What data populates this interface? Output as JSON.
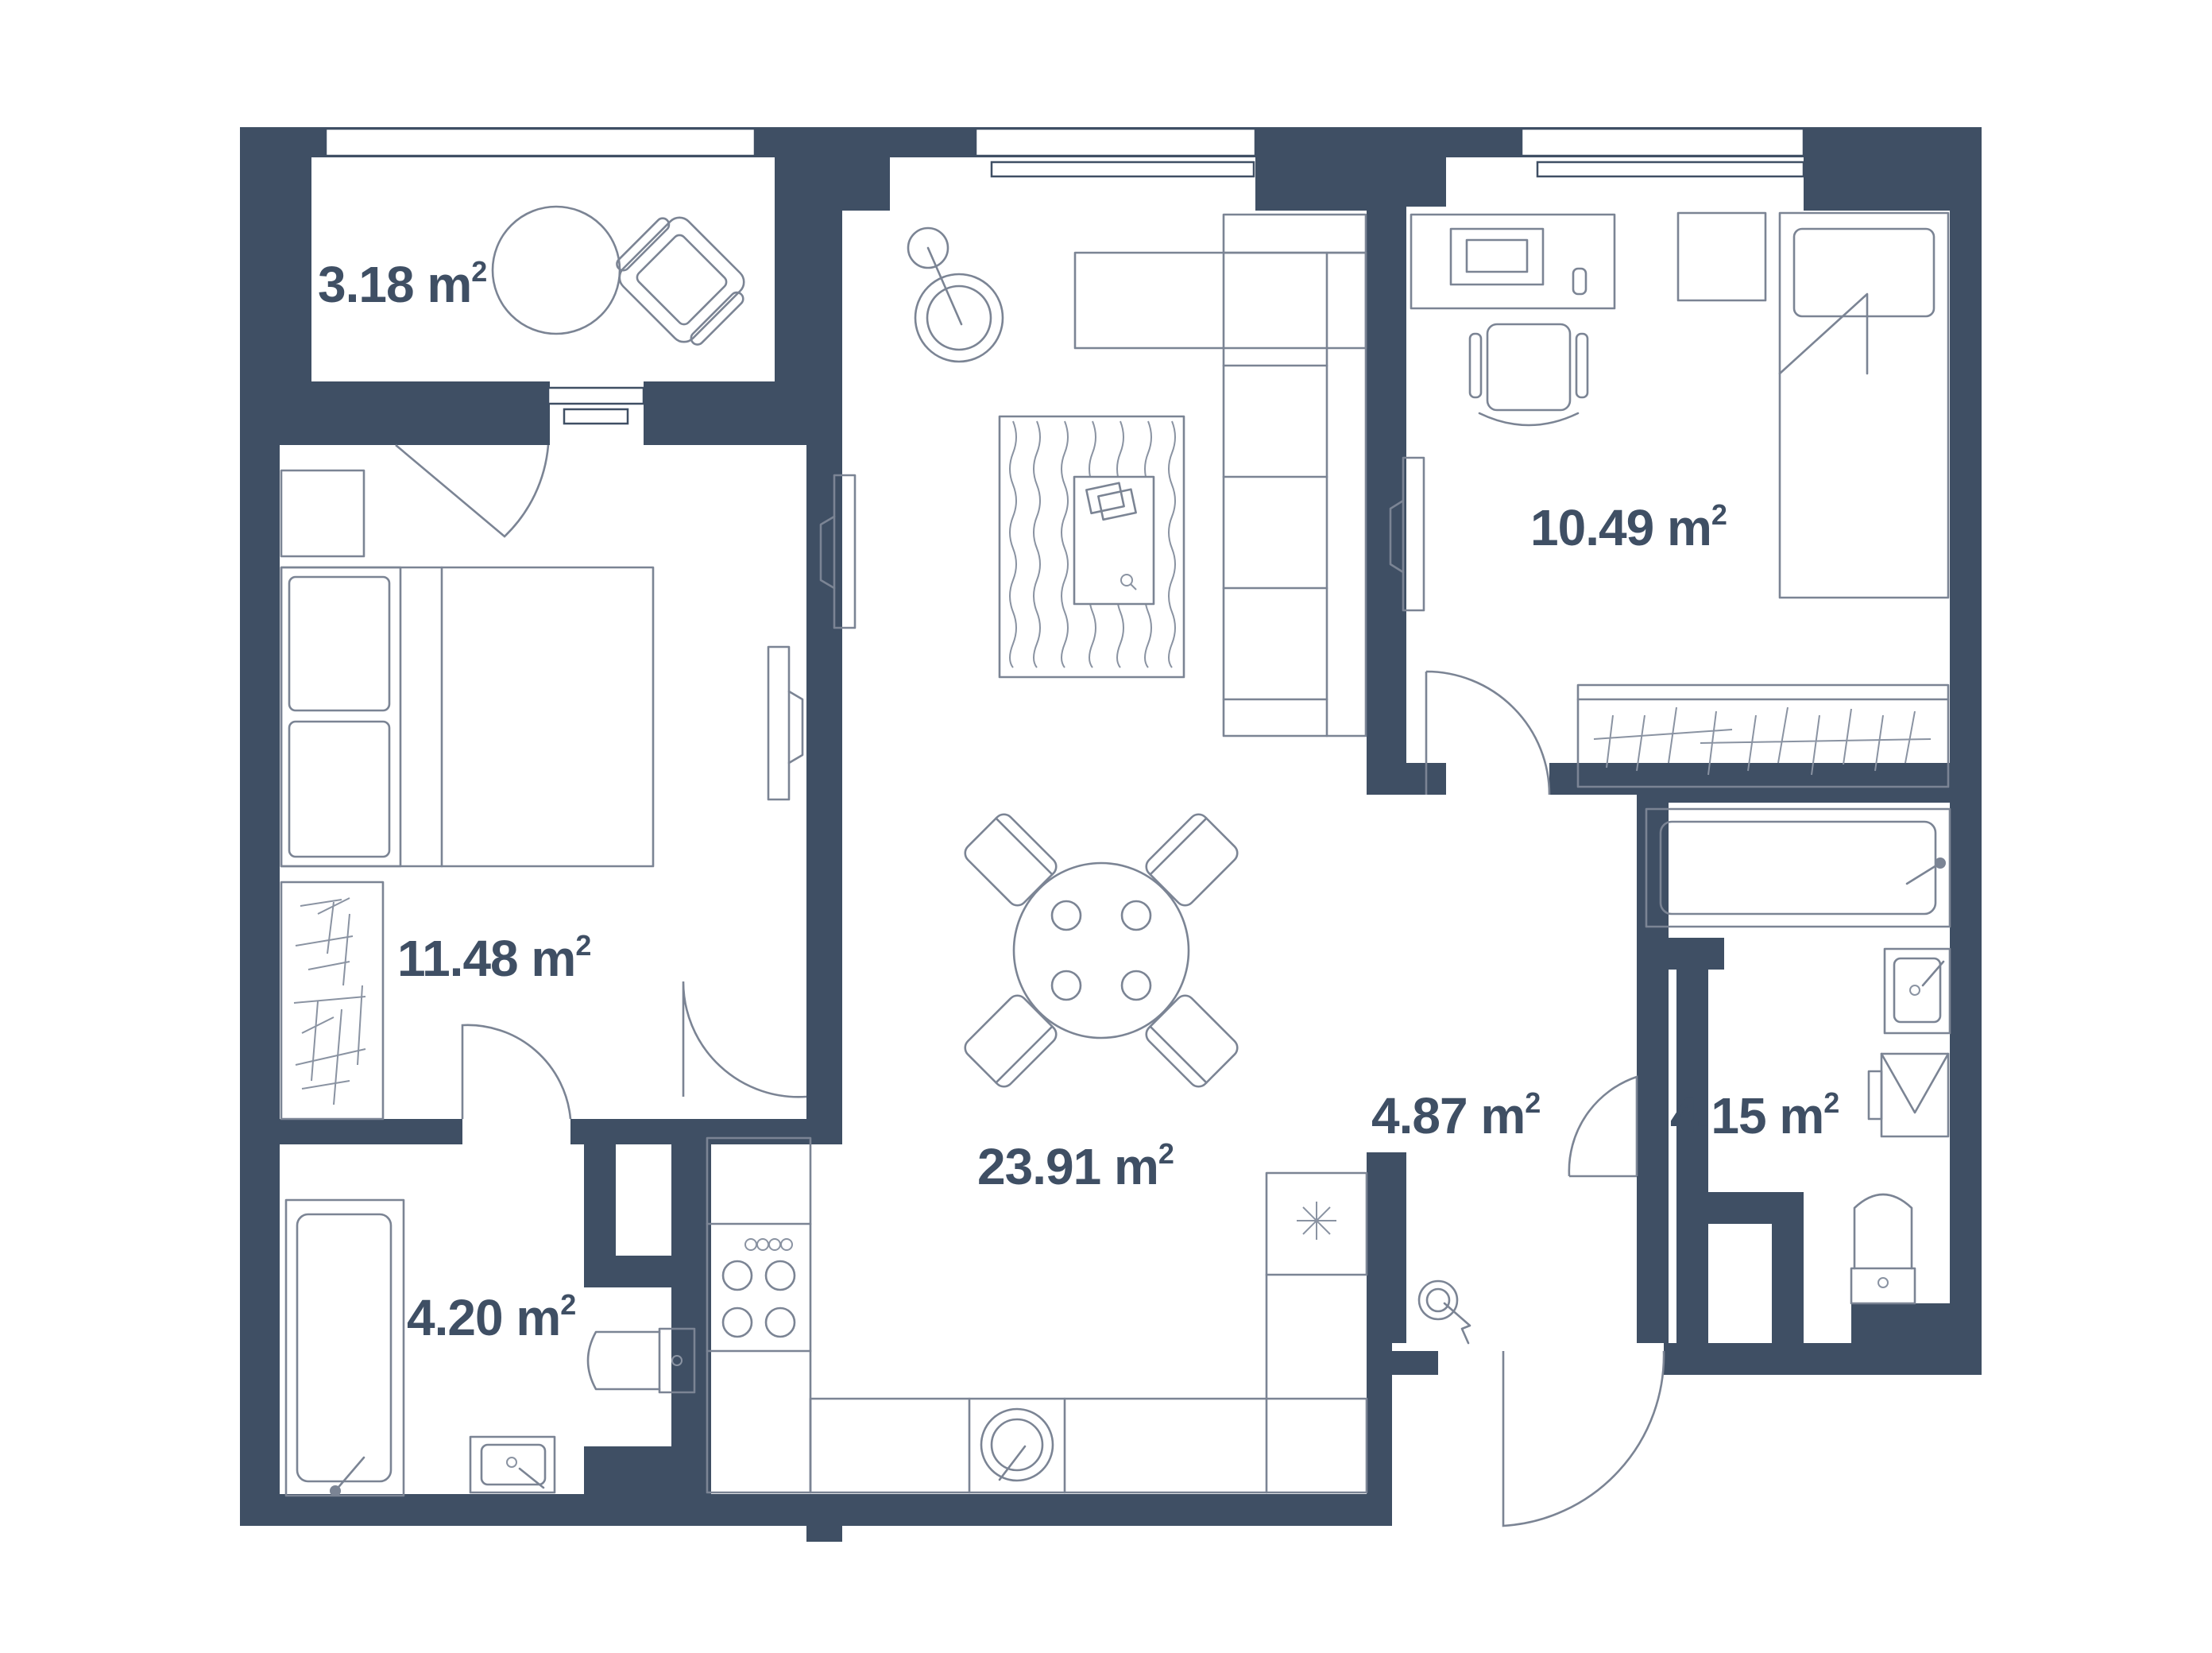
{
  "plan": {
    "colors": {
      "wall": "#3f4f64",
      "furniture": "#7b8494",
      "background": "#ffffff"
    },
    "rooms": [
      {
        "id": "balcony",
        "value": "3.18",
        "unit": "m",
        "sup": "2"
      },
      {
        "id": "bedroom",
        "value": "11.48",
        "unit": "m",
        "sup": "2"
      },
      {
        "id": "living-kitchen",
        "value": "23.91",
        "unit": "m",
        "sup": "2"
      },
      {
        "id": "child-room",
        "value": "10.49",
        "unit": "m",
        "sup": "2"
      },
      {
        "id": "hallway",
        "value": "4.87",
        "unit": "m",
        "sup": "2"
      },
      {
        "id": "bathroom-right",
        "value": "4.15",
        "unit": "m",
        "sup": "2"
      },
      {
        "id": "bathroom-left",
        "value": "4.20",
        "unit": "m",
        "sup": "2"
      }
    ]
  }
}
